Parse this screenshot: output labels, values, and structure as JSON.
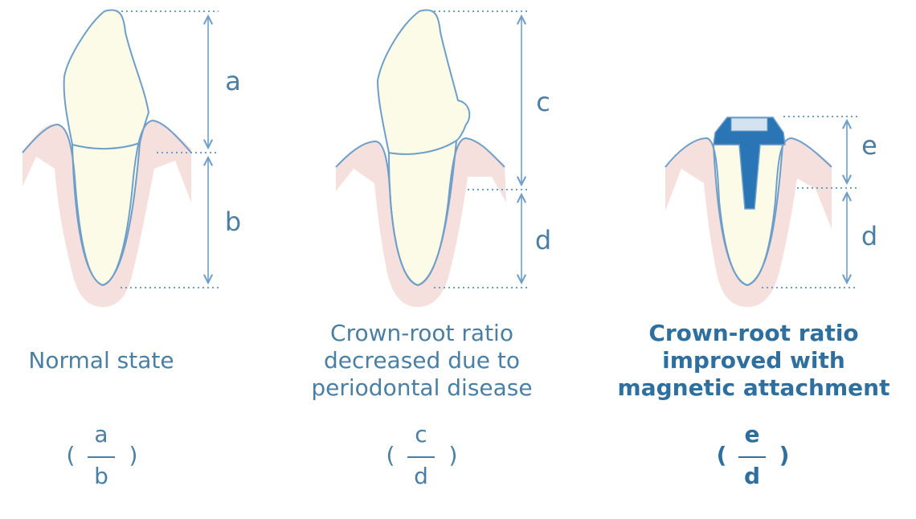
{
  "colors": {
    "outline": "#6f9fc8",
    "crown": "#fbfbe8",
    "gum": "#f5e0dd",
    "attachment": "#2a75b5",
    "magnet": "#d5e3f1",
    "text": "#4a7fa3",
    "text_bold": "#2f6f9e"
  },
  "panels": [
    {
      "caption": "Normal state",
      "measure_labels": [
        "a",
        "b"
      ],
      "ratio": {
        "open": "(",
        "numerator": "a",
        "denominator": "b",
        "close": ")"
      }
    },
    {
      "caption": "Crown-root ratio\ndecreased due to\nperiodontal disease",
      "measure_labels": [
        "c",
        "d"
      ],
      "ratio": {
        "open": "(",
        "numerator": "c",
        "denominator": "d",
        "close": ")"
      }
    },
    {
      "caption": "Crown-root ratio\nimproved with\nmagnetic attachment",
      "measure_labels": [
        "e",
        "d"
      ],
      "ratio": {
        "open": "(",
        "numerator": "e",
        "denominator": "d",
        "close": ")"
      }
    }
  ]
}
